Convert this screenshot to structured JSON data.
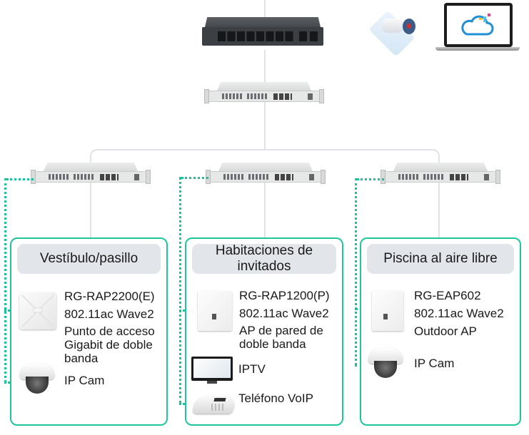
{
  "diagram": {
    "top_devices": [
      {
        "name": "poe-switch",
        "icon": "desktop-poe-switch-icon"
      },
      {
        "name": "cloud-camera-service",
        "icon": "camera-cloud-icon"
      },
      {
        "name": "cloud-management-laptop",
        "icon": "laptop-cloud-icon"
      }
    ],
    "core_switch": {
      "icon": "rack-switch-icon"
    },
    "access_switches": [
      {
        "icon": "rack-switch-icon"
      },
      {
        "icon": "rack-switch-icon"
      },
      {
        "icon": "rack-switch-icon"
      }
    ],
    "colors": {
      "zone_border": "#1ec79b",
      "dotted_link": "#18c39a",
      "backbone_line": "#dfe3e8",
      "zone_header_bg": "#e2e5e9",
      "cloud_icon": "#1f8fd6"
    },
    "zones": [
      {
        "title": "Vestíbulo/pasillo",
        "devices": [
          {
            "icon": "ceiling-ap-icon",
            "lines": [
              "RG-RAP2200(E)",
              "802.11ac Wave2",
              "Punto de acceso",
              "Gigabit de doble",
              "banda"
            ]
          },
          {
            "icon": "dome-ip-camera-icon",
            "lines": [
              "IP Cam"
            ]
          }
        ]
      },
      {
        "title": "Habitaciones de invitados",
        "title_lines": [
          "Habitaciones de",
          "invitados"
        ],
        "devices": [
          {
            "icon": "wall-plate-ap-icon",
            "lines": [
              "RG-RAP1200(P)",
              "802.11ac Wave2",
              "AP de pared de",
              "doble banda"
            ]
          },
          {
            "icon": "tv-icon",
            "lines": [
              "IPTV"
            ]
          },
          {
            "icon": "voip-phone-icon",
            "lines": [
              "Teléfono VoIP"
            ]
          }
        ]
      },
      {
        "title": "Piscina al aire libre",
        "devices": [
          {
            "icon": "outdoor-ap-icon",
            "lines": [
              "RG-EAP602",
              "802.11ac Wave2",
              "Outdoor AP"
            ]
          },
          {
            "icon": "dome-ip-camera-icon",
            "lines": [
              "IP Cam"
            ]
          }
        ]
      }
    ]
  }
}
